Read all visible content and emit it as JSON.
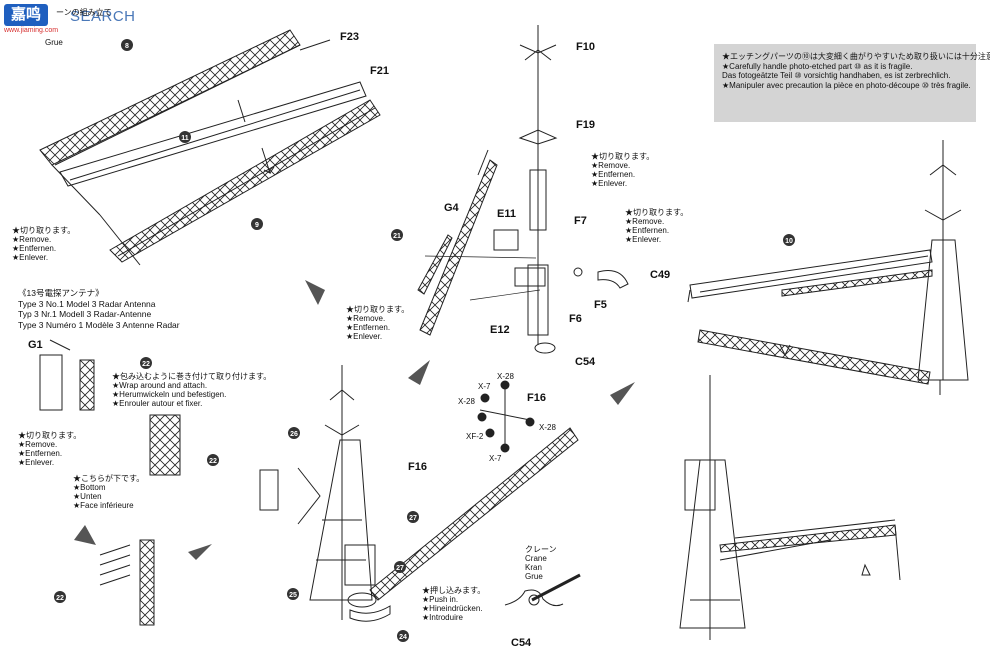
{
  "watermark": {
    "logo": "嘉鸣",
    "url": "www.jiaming.com",
    "text": "SEARCH"
  },
  "top_left_fragment": "ーンの組み立て",
  "crane_label_top": "Grue",
  "parts": {
    "f23": "F23",
    "f21": "F21",
    "f10": "F10",
    "f19": "F19",
    "g4": "G4",
    "e11": "E11",
    "f7": "F7",
    "c49": "C49",
    "f5": "F5",
    "f6": "F6",
    "e12": "E12",
    "c54": "C54",
    "g1": "G1",
    "f16_center": "F16",
    "f16_mid": "F16",
    "c54_bottom": "C54"
  },
  "antenna_labels": {
    "x28_top": "X-28",
    "x7_top": "X-7",
    "x28_left": "X-28",
    "x28_right": "X-28",
    "xf2": "XF-2",
    "x7_bottom": "X-7"
  },
  "remove_note": {
    "ja": "★切り取ります。",
    "en": "★Remove.",
    "de": "★Entfernen.",
    "fr": "★Enlever."
  },
  "radar_heading": {
    "ja": "《13号電探アンテナ》",
    "en": "Type 3 No.1 Model 3 Radar Antenna",
    "de": "Typ 3 Nr.1 Modell 3 Radar-Antenne",
    "fr": "Type 3 Numéro 1 Modèle 3 Antenne Radar"
  },
  "wrap_note": {
    "ja": "★包み込むように巻き付けて取り付けます。",
    "en": "★Wrap around and attach.",
    "de": "★Herumwickeln und befestigen.",
    "fr": "★Enrouler autour et fixer."
  },
  "bottom_note": {
    "ja": "★こちらが下です。",
    "en": "★Bottom",
    "de": "★Unten",
    "fr": "★Face inférieure"
  },
  "push_note": {
    "ja": "★押し込みます。",
    "en": "★Push in.",
    "de": "★Hineindrücken.",
    "fr": "★Introduire"
  },
  "crane_note": {
    "ja": "クレーン",
    "en": "Crane",
    "de": "Kran",
    "fr": "Grue"
  },
  "warning": {
    "ja": "★エッチングパーツの⑩は大変細く曲がりやすいため取り扱いには十分注意して下さい。",
    "en": "★Carefully handle photo-etched part ⑩ as it is fragile.",
    "de": "Das fotogeätzte Teil ⑩ vorsichtig handhaben, es ist zerbrechlich.",
    "fr": "★Manipuler avec precaution la pièce en photo-découpe ⑩ très fragile."
  },
  "callouts": {
    "c8": "8",
    "c9": "9",
    "c10": "10",
    "c11": "11",
    "c21": "21",
    "c22": "22",
    "c26": "26",
    "c27": "27",
    "c25": "25",
    "c24": "24"
  }
}
